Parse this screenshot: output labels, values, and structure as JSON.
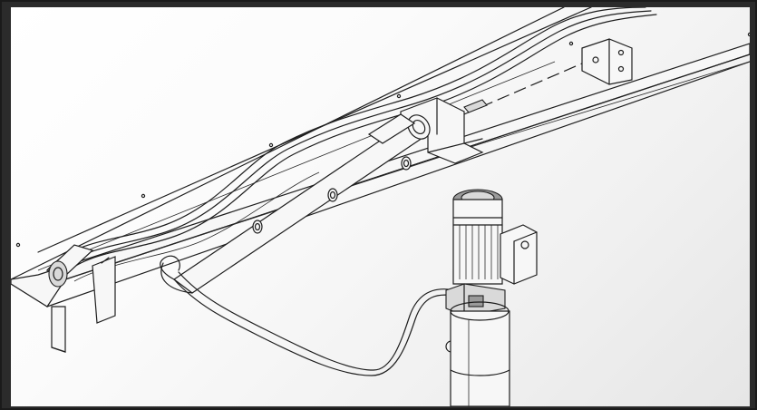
{
  "diagram": {
    "type": "technical-line-drawing",
    "frame_color": "#2b2b2b",
    "background_color": "#f3f3f3",
    "line_color": "#1e1e1e",
    "components": [
      "trough-channel",
      "guide-rail",
      "mounting-bracket-right",
      "mounting-bracket-left",
      "pipe-support",
      "spray-pipe",
      "pipe-clamps",
      "hose-line",
      "pump-motor",
      "terminal-box",
      "pump-column",
      "hose-coupling"
    ]
  }
}
